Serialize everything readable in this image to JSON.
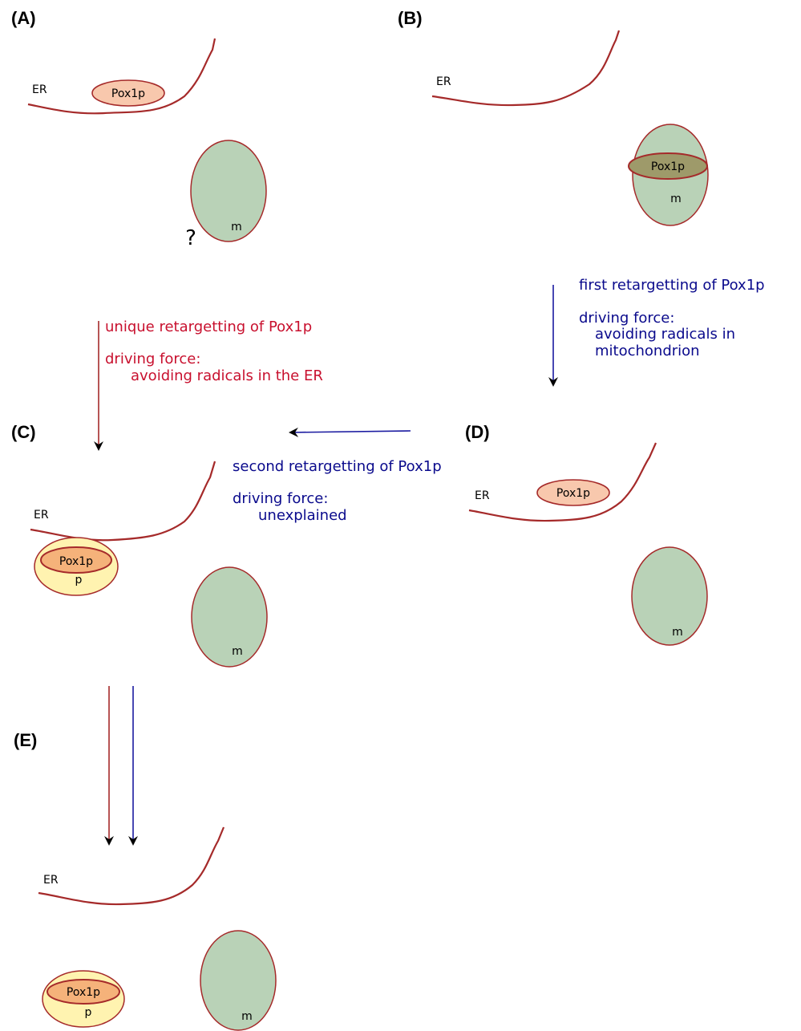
{
  "panels": {
    "a": {
      "label": "(A)",
      "er": "ER",
      "protein": "Pox1p",
      "mito": "m",
      "question": "?"
    },
    "b": {
      "label": "(B)",
      "er": "ER",
      "protein": "Pox1p",
      "mito": "m"
    },
    "c": {
      "label": "(C)",
      "er": "ER",
      "protein": "Pox1p",
      "perox": "p",
      "mito": "m"
    },
    "d": {
      "label": "(D)",
      "er": "ER",
      "protein": "Pox1p",
      "mito": "m"
    },
    "e": {
      "label": "(E)",
      "er": "ER",
      "protein": "Pox1p",
      "perox": "p",
      "mito": "m"
    }
  },
  "annotations": {
    "unique": {
      "title": "unique retargetting of Pox1p",
      "force_label": "driving force:",
      "force_value": "avoiding radicals in the ER",
      "color": "#c8102e"
    },
    "first": {
      "title": "first retargetting of Pox1p",
      "force_label": "driving force:",
      "force_value_line1": "avoiding radicals in",
      "force_value_line2": "mitochondrion",
      "color": "#0a0a8c"
    },
    "second": {
      "title": "second retargetting of Pox1p",
      "force_label": "driving force:",
      "force_value": "unexplained",
      "color": "#0a0a8c"
    }
  },
  "colors": {
    "membrane": "#a52a2a",
    "mitochondrion": "#b9d2b7",
    "peroxisome": "#fff3b0",
    "pox1p": "#f8c8ad"
  }
}
